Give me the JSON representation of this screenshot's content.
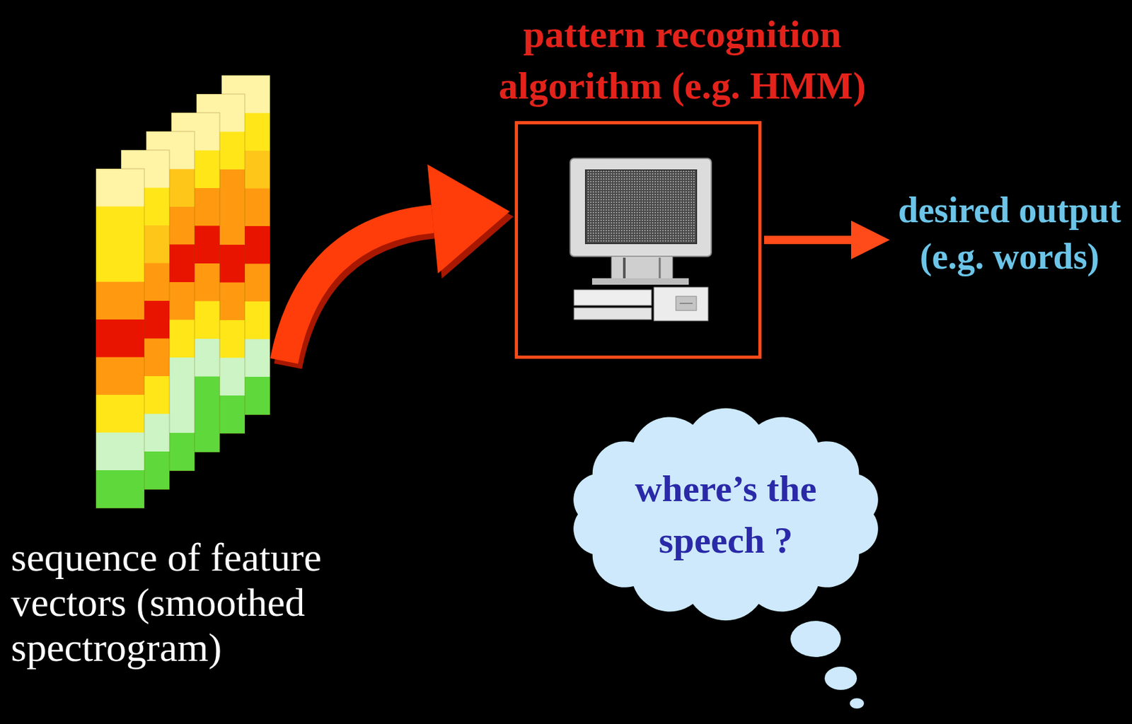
{
  "diagram": {
    "nodes": [
      {
        "text": [
          "sequence of feature vectors (smoothed spectrogram)"
        ]
      },
      {
        "text": [
          "pattern recognition algorithm (e.g. HMM)"
        ]
      },
      {
        "text": [
          "desired output (e.g. words)"
        ]
      },
      {
        "text": [
          "where’s the speech ?"
        ]
      }
    ],
    "edges": [
      {
        "from": 0,
        "to": 1,
        "arrow": "to"
      },
      {
        "from": 1,
        "to": 2,
        "arrow": "to"
      }
    ]
  }
}
